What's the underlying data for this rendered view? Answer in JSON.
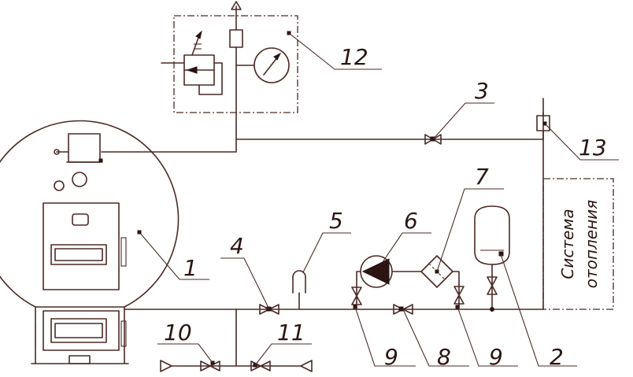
{
  "callouts": [
    "1",
    "2",
    "3",
    "4",
    "5",
    "6",
    "7",
    "8",
    "9",
    "9",
    "10",
    "11",
    "12",
    "13"
  ],
  "system_label": [
    "Система",
    "отопления"
  ]
}
